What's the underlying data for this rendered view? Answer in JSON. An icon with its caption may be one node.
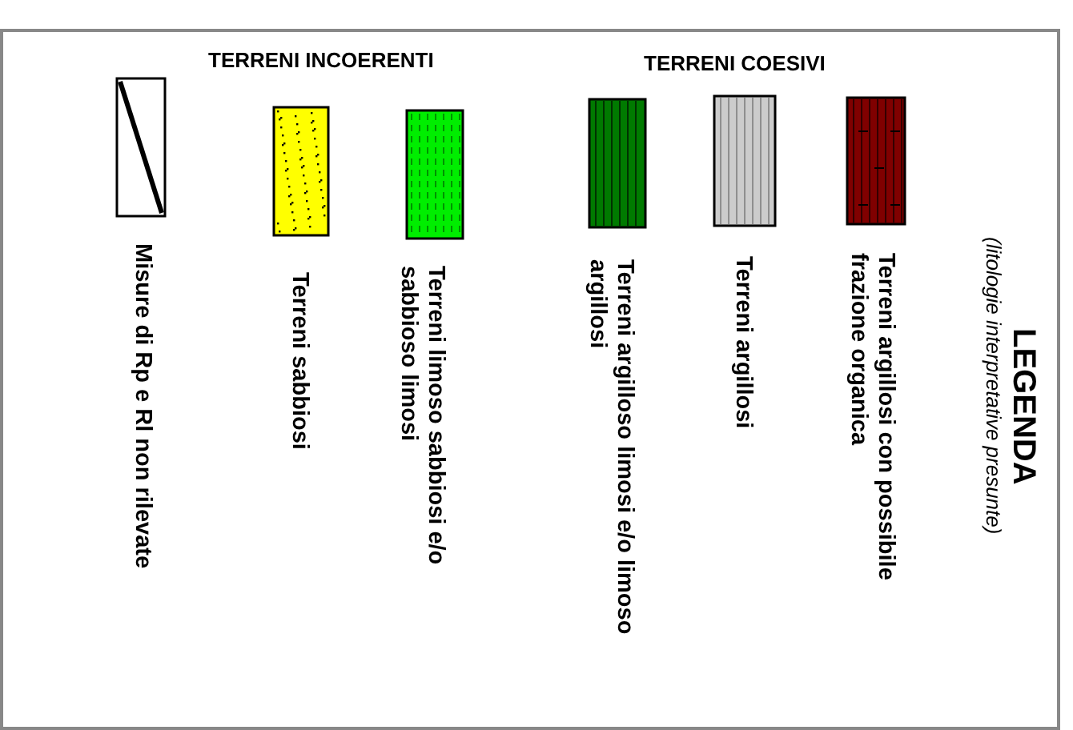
{
  "diagram": {
    "title": "LEGENDA",
    "labels": [
      "(litologie interpretative presunte)",
      "TERRENI INCOERENTI",
      "TERRENI COESIVI"
    ],
    "legend": [
      {
        "text": "Misure di Rp e Rl non rilevate"
      },
      {
        "text": "Terreni sabbiosi",
        "color": "#ffff00"
      },
      {
        "text": "Terreni limoso sabbiosi e/o sabbioso limosi",
        "color": "#00ee00"
      },
      {
        "text": "Terreni argilloso limosi e/o limoso argillosi",
        "color": "#007a00"
      },
      {
        "text": "Terreni argillosi",
        "color": "#cccccc"
      },
      {
        "text": "Terreni argillosi con possibile frazione organica",
        "color": "#800000"
      }
    ]
  }
}
